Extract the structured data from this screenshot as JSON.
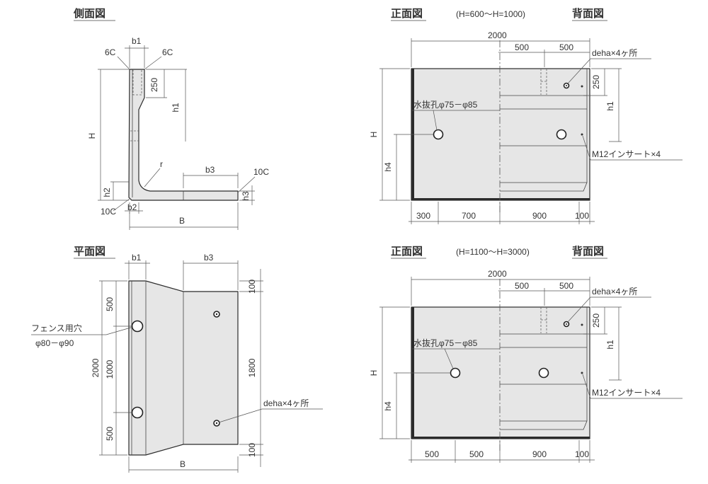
{
  "side_view": {
    "title": "側面図",
    "labels": {
      "chamfer_left": "6C",
      "chamfer_right": "6C",
      "b1": "b1",
      "d250": "250",
      "h1": "h1",
      "H": "H",
      "r": "r",
      "b3": "b3",
      "c10_right": "10C",
      "h2": "h2",
      "h3": "h3",
      "c10_left": "10C",
      "b2": "b2",
      "B": "B"
    }
  },
  "plan_view": {
    "title": "平面図",
    "labels": {
      "b1": "b1",
      "b3": "b3",
      "d100_top": "100",
      "d500_top": "500",
      "d2000": "2000",
      "d1000": "1000",
      "d500_bottom": "500",
      "d1800": "1800",
      "d100_bottom": "100",
      "B": "B"
    },
    "fence_hole_line1": "フェンス用穴",
    "fence_hole_line2": "φ80－φ90",
    "deha": "deha×4ヶ所"
  },
  "front_view_1": {
    "title_front": "正面図",
    "range": "(H=600～H=1000)",
    "title_back": "背面図",
    "labels": {
      "d2000": "2000",
      "d500a": "500",
      "d500b": "500",
      "d250": "250",
      "h1": "h1",
      "H": "H",
      "h4": "h4",
      "b300": "300",
      "b700": "700",
      "b900": "900",
      "b100": "100"
    },
    "deha": "deha×4ヶ所",
    "drain": "水抜孔φ75－φ85",
    "insert": "M12インサート×4"
  },
  "front_view_2": {
    "title_front": "正面図",
    "range": "(H=1100～H=3000)",
    "title_back": "背面図",
    "labels": {
      "d2000": "2000",
      "d500a": "500",
      "d500b": "500",
      "d250": "250",
      "h1": "h1",
      "H": "H",
      "h4": "h4",
      "b500a": "500",
      "b500b": "500",
      "b900": "900",
      "b100": "100"
    },
    "deha": "deha×4ヶ所",
    "drain": "水抜孔φ75－φ85",
    "insert": "M12インサート×4"
  }
}
